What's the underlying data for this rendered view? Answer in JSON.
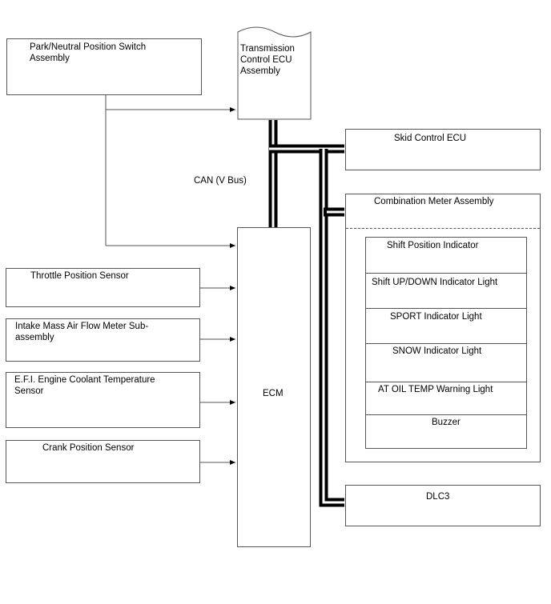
{
  "components": {
    "park_neutral": "Park/Neutral Position Switch\nAssembly",
    "transmission_ecu": "Transmission\nControl ECU\nAssembly",
    "skid_control": "Skid Control ECU",
    "combination_meter": "Combination Meter Assembly",
    "throttle": "Throttle Position Sensor",
    "intake": "Intake Mass Air Flow Meter Sub-\nassembly",
    "coolant": "E.F.I. Engine Coolant Temperature\nSensor",
    "crank": "Crank Position Sensor",
    "ecm": "ECM",
    "dlc3": "DLC3"
  },
  "meter_items": [
    "Shift Position Indicator",
    "Shift UP/DOWN Indicator Light",
    "SPORT Indicator Light",
    "SNOW Indicator Light",
    "AT OIL TEMP Warning Light",
    "Buzzer"
  ],
  "bus_label": "CAN (V Bus)"
}
